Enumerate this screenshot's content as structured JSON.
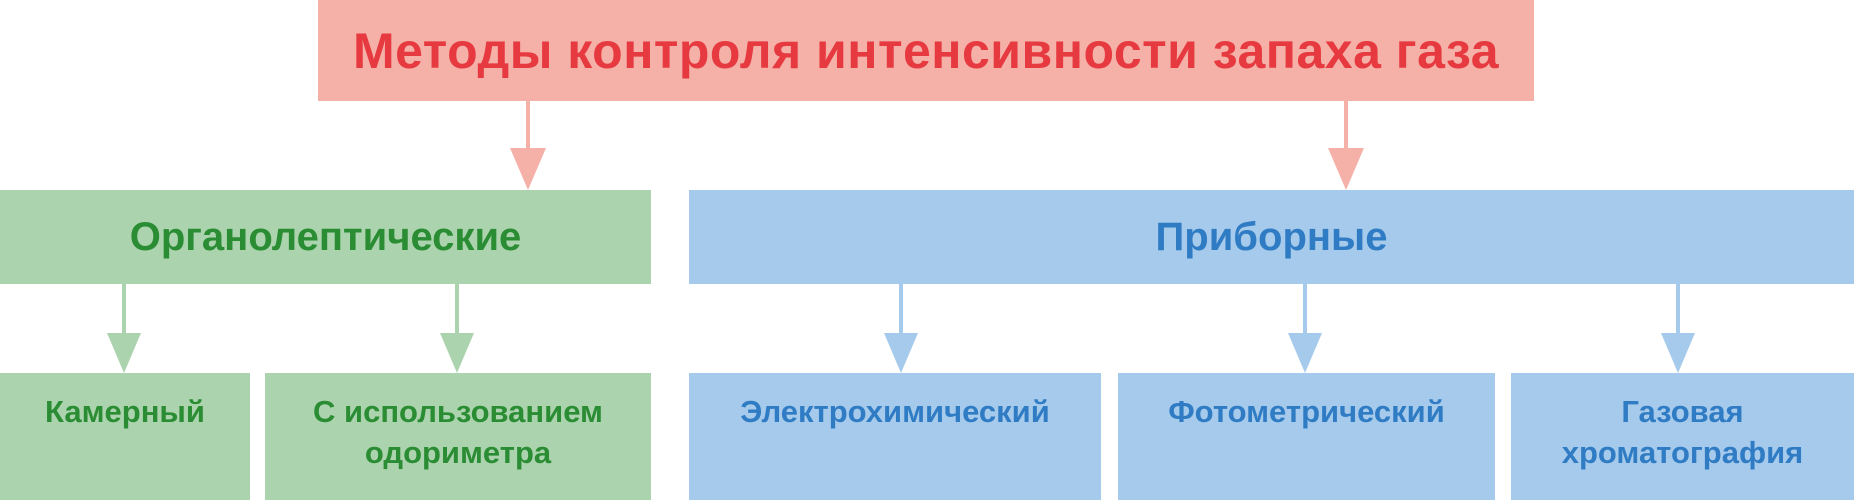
{
  "title": "Методы контроля интенсивности запаха газа",
  "categories": {
    "organoleptic": "Органолептические",
    "instrumental": "Приборные"
  },
  "methods": {
    "chamber": "Камерный",
    "odorimeter": "С использованием\nодориметра",
    "electrochemical": "Электрохимический",
    "photometric": "Фотометрический",
    "chromatography": "Газовая\nхроматография"
  },
  "colors": {
    "title_bg": "#f5b0a8",
    "title_text": "#e63a40",
    "green_bg": "#abd4ae",
    "green_text": "#2a8c33",
    "blue_bg": "#a5caeb",
    "blue_text": "#2f7cc4"
  }
}
